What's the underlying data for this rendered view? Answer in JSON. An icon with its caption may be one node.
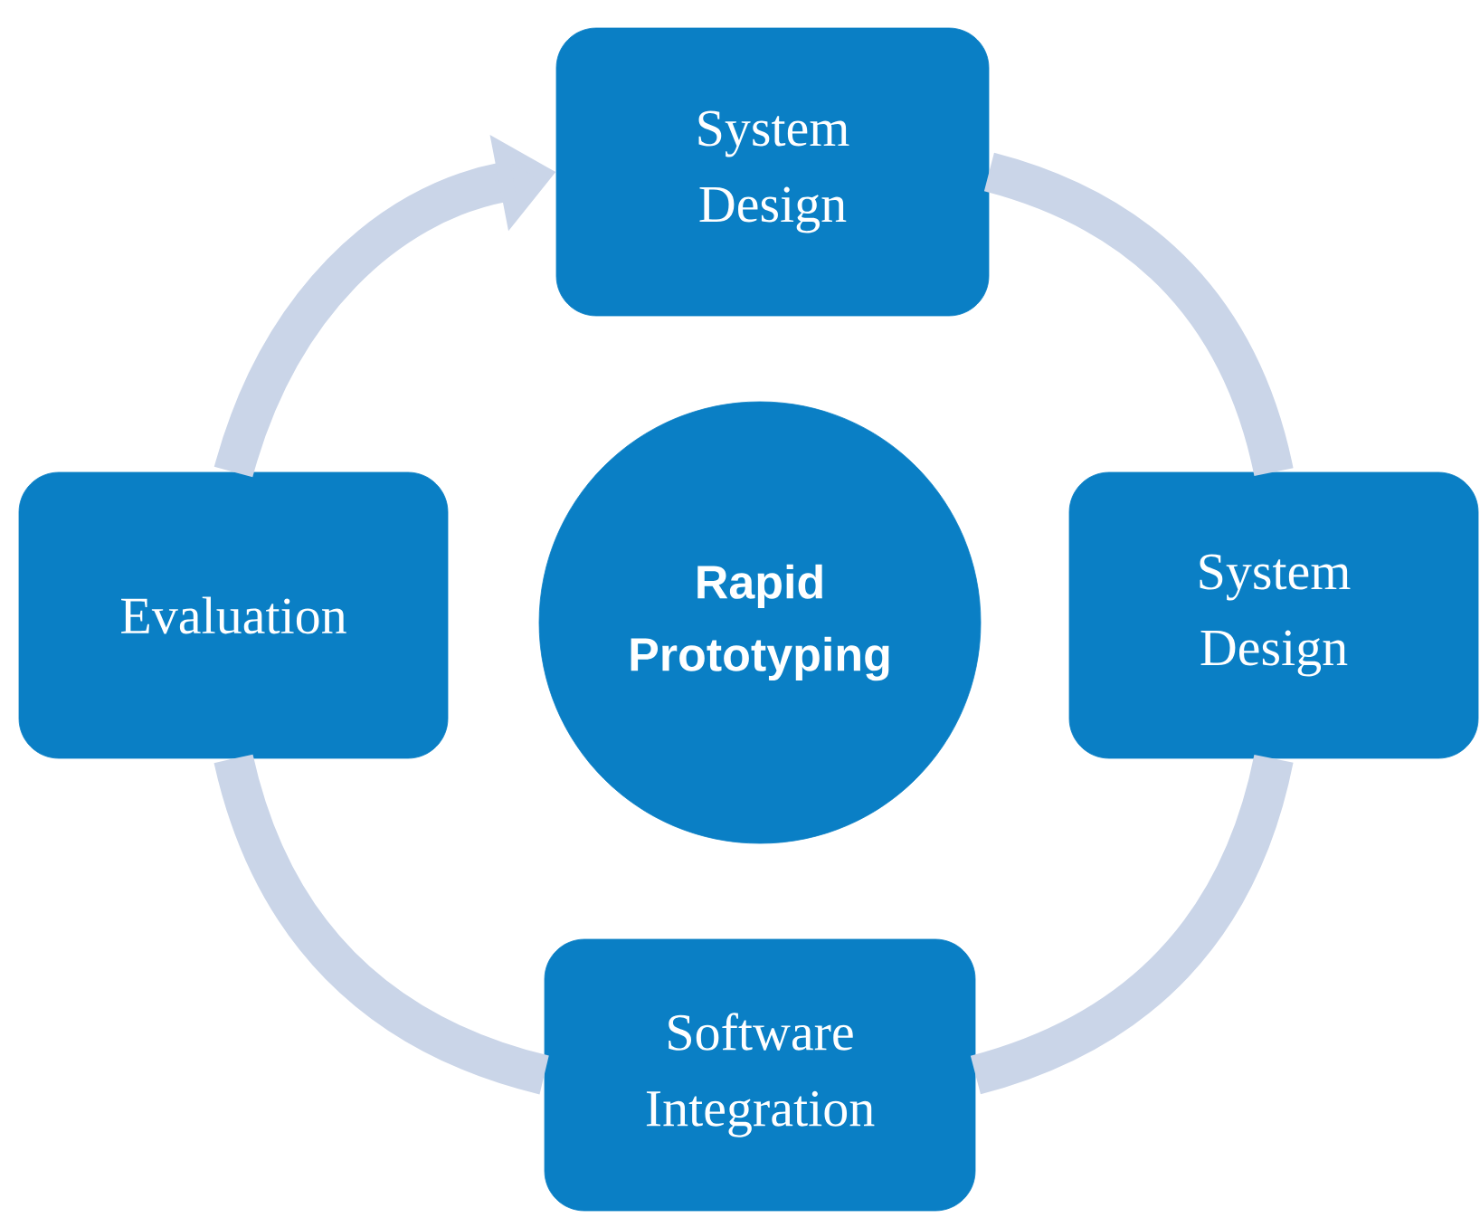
{
  "diagram": {
    "nodes": [
      {
        "text": [
          "System Design"
        ]
      },
      {
        "text": [
          "System Design"
        ]
      },
      {
        "text": [
          "Software Integration"
        ]
      },
      {
        "text": [
          "Evaluation"
        ]
      },
      {
        "text": [
          "Rapid Prototyping"
        ]
      }
    ],
    "edges": [
      {
        "from": 0,
        "to": 1,
        "arrow": "none"
      },
      {
        "from": 1,
        "to": 2,
        "arrow": "none"
      },
      {
        "from": 2,
        "to": 3,
        "arrow": "none"
      },
      {
        "from": 3,
        "to": 0,
        "arrow": "to"
      }
    ]
  }
}
